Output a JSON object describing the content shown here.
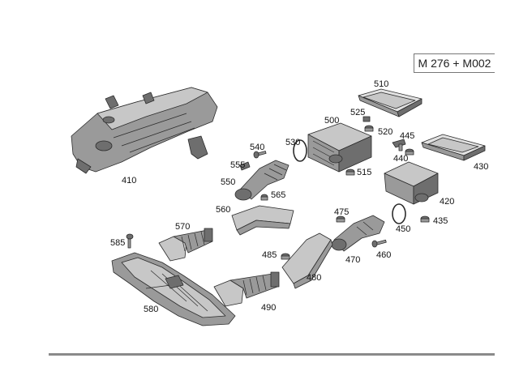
{
  "engine_code": "M 276 + M002",
  "parts": [
    {
      "id": "p410",
      "number": "410"
    },
    {
      "id": "p510",
      "number": "510"
    },
    {
      "id": "p500",
      "number": "500"
    },
    {
      "id": "p525",
      "number": "525"
    },
    {
      "id": "p520",
      "number": "520"
    },
    {
      "id": "p445",
      "number": "445"
    },
    {
      "id": "p440",
      "number": "440"
    },
    {
      "id": "p430",
      "number": "430"
    },
    {
      "id": "p540",
      "number": "540"
    },
    {
      "id": "p530",
      "number": "530"
    },
    {
      "id": "p555",
      "number": "555"
    },
    {
      "id": "p515",
      "number": "515"
    },
    {
      "id": "p550",
      "number": "550"
    },
    {
      "id": "p565",
      "number": "565"
    },
    {
      "id": "p420",
      "number": "420"
    },
    {
      "id": "p560",
      "number": "560"
    },
    {
      "id": "p475",
      "number": "475"
    },
    {
      "id": "p435",
      "number": "435"
    },
    {
      "id": "p450",
      "number": "450"
    },
    {
      "id": "p570",
      "number": "570"
    },
    {
      "id": "p585",
      "number": "585"
    },
    {
      "id": "p485",
      "number": "485"
    },
    {
      "id": "p460",
      "number": "460"
    },
    {
      "id": "p470",
      "number": "470"
    },
    {
      "id": "p480",
      "number": "480"
    },
    {
      "id": "p580",
      "number": "580"
    },
    {
      "id": "p490",
      "number": "490"
    }
  ]
}
